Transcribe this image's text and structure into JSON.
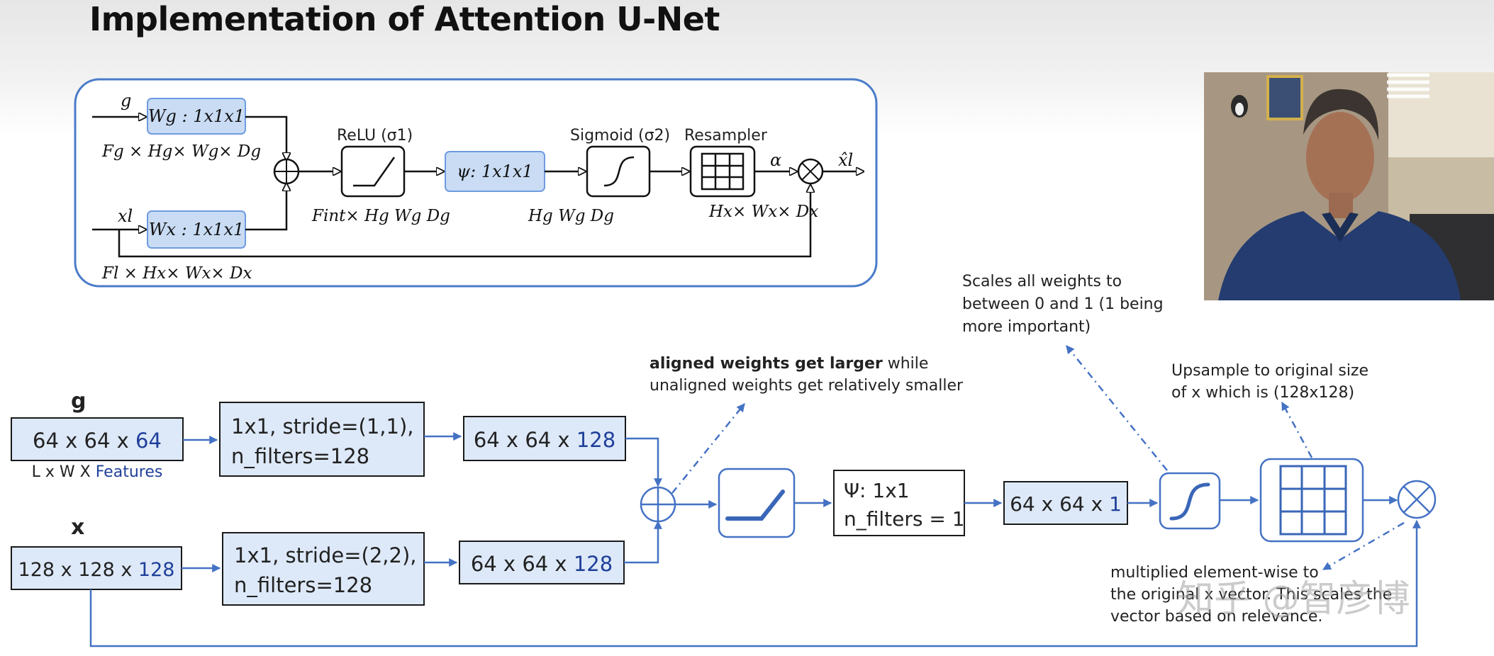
{
  "title": "Implementation of Attention U-Net",
  "top_diagram": {
    "g_label": "g",
    "wg_box": "Wg : 1x1x1",
    "wg_dims": "Fg × Hg× Wg× Dg",
    "xl_label": "xl",
    "wx_box": "Wx : 1x1x1",
    "relu_label": "ReLU (σ1)",
    "relu_dims": "Fint× Hg Wg Dg",
    "psi_box": "ψ: 1x1x1",
    "psi_dims": "Hg Wg Dg",
    "sigmoid_label": "Sigmoid (σ2)",
    "resampler_label": "Resampler",
    "resampler_dims": "Hx× Wx× Dx",
    "alpha_label": "α",
    "output_label": "x̂l",
    "fl_dims": "Fl × Hx× Wx× Dx"
  },
  "bottom_diagram": {
    "g_label": "g",
    "x_label": "x",
    "g_input": {
      "prefix": "64 x 64 x ",
      "highlight": "64"
    },
    "g_input_caption": {
      "prefix": "L x W X ",
      "highlight": "Features"
    },
    "g_conv": {
      "line1": "1x1, stride=(1,1),",
      "line2": "n_filters=128"
    },
    "g_out": {
      "prefix": "64 x 64 x ",
      "highlight": "128"
    },
    "x_input": {
      "prefix": "128 x 128 x ",
      "highlight": "128"
    },
    "x_conv": {
      "line1": "1x1, stride=(2,2),",
      "line2": "n_filters=128"
    },
    "x_out": {
      "prefix": "64 x 64 x ",
      "highlight": "128"
    },
    "psi_box": {
      "line1": "Ψ: 1x1",
      "line2": "n_filters = 1"
    },
    "psi_out": {
      "prefix": "64 x 64 x ",
      "highlight": "1"
    }
  },
  "annotations": {
    "aligned_bold": "aligned weights get larger",
    "aligned_rest": " while",
    "aligned_line2": "unaligned weights get relatively smaller",
    "scales_line1": "Scales all weights to",
    "scales_line2": "between 0 and 1 (1 being",
    "scales_line3": "more important)",
    "upsample_line1": "Upsample to original size",
    "upsample_line2": "of x which is (128x128)",
    "mult_line1": "multiplied element-wise to",
    "mult_line2": "the original x vector. This scales the",
    "mult_line3": "vector based on relevance."
  },
  "watermark": "知乎 @智彦博",
  "colors": {
    "box_fill": "#dde9f8",
    "box_stroke": "#1a1a1a",
    "accent_blue": "#4472c4",
    "highlight_blue": "#1f3f9a",
    "paper_border": "#4a7cc9",
    "paper_box_fill": "#c9dcf4"
  },
  "icons": [
    "relu-icon",
    "sigmoid-icon",
    "resampler-grid-icon",
    "add-circle-icon",
    "multiply-circle-icon"
  ]
}
